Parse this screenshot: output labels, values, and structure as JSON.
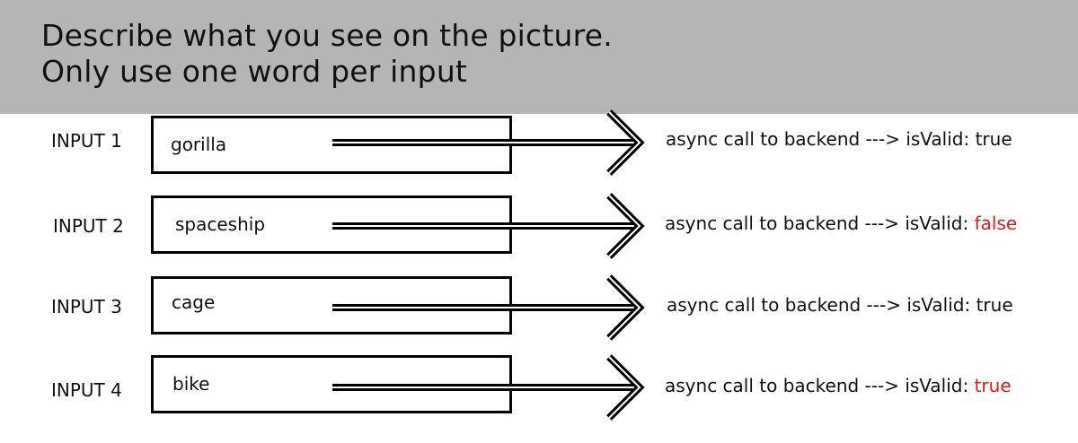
{
  "header": {
    "line1": "Describe what you see on the picture.",
    "line2": "Only use one word per input",
    "background": "#b5b5b5"
  },
  "rows": [
    {
      "label": "INPUT 1",
      "word": "gorilla",
      "result_prefix": "async call to backend ---> isValid:",
      "result_value": "true",
      "value_color": "#111111"
    },
    {
      "label": "INPUT 2",
      "word": "spaceship",
      "result_prefix": "async call to backend ---> isValid:",
      "result_value": "false",
      "value_color": "#e01b1b"
    },
    {
      "label": "INPUT 3",
      "word": "cage",
      "result_prefix": "async call to backend ---> isValid:",
      "result_value": "true",
      "value_color": "#111111"
    },
    {
      "label": "INPUT 4",
      "word": "bike",
      "result_prefix": "async call to backend ---> isValid:",
      "result_value": "true",
      "value_color": "#e01b1b"
    }
  ]
}
